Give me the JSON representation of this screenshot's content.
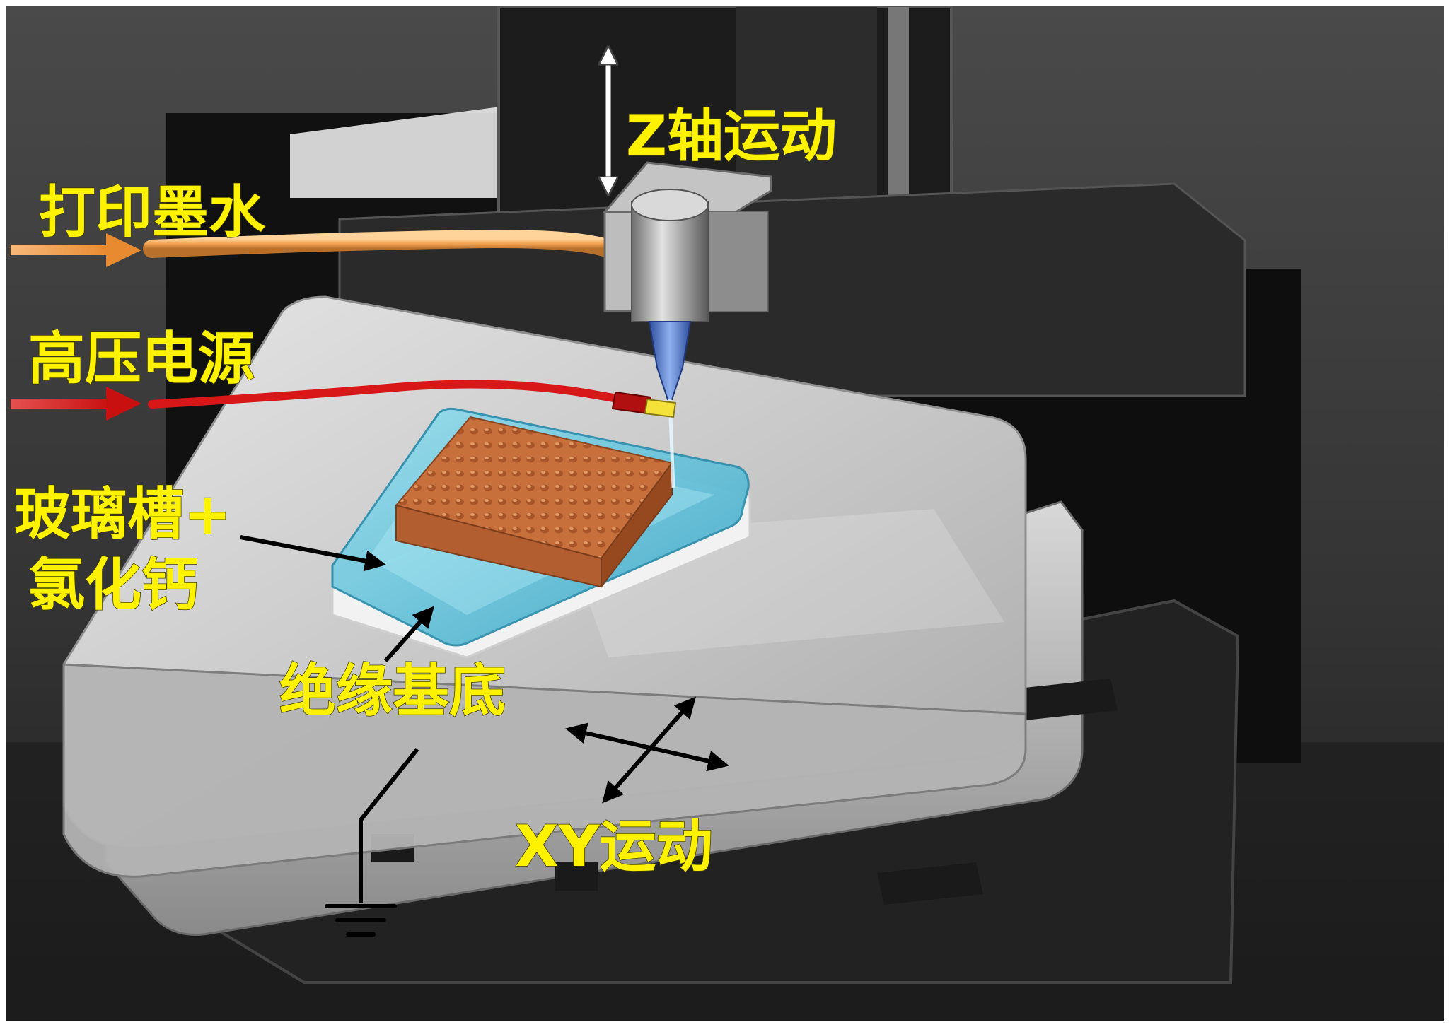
{
  "labels": {
    "z_motion": "Z轴运动",
    "ink": "打印墨水",
    "high_voltage": "高压电源",
    "glass_tank_line1": "玻璃槽+",
    "glass_tank_line2": "氯化钙",
    "insulating_substrate": "绝缘基底",
    "xy_motion": "XY运动"
  },
  "colors": {
    "label_text": "#fff200",
    "ink_tube": "#f0a050",
    "hv_wire": "#d81818",
    "nozzle": "#5a7fd0",
    "printed_scaffold": "#c8703c",
    "calcium_chloride_bath": "#6cc6de",
    "stage": "#c8c8c8",
    "background": "#3a3a3a"
  },
  "icons": {
    "ground": "ground-symbol-icon"
  }
}
